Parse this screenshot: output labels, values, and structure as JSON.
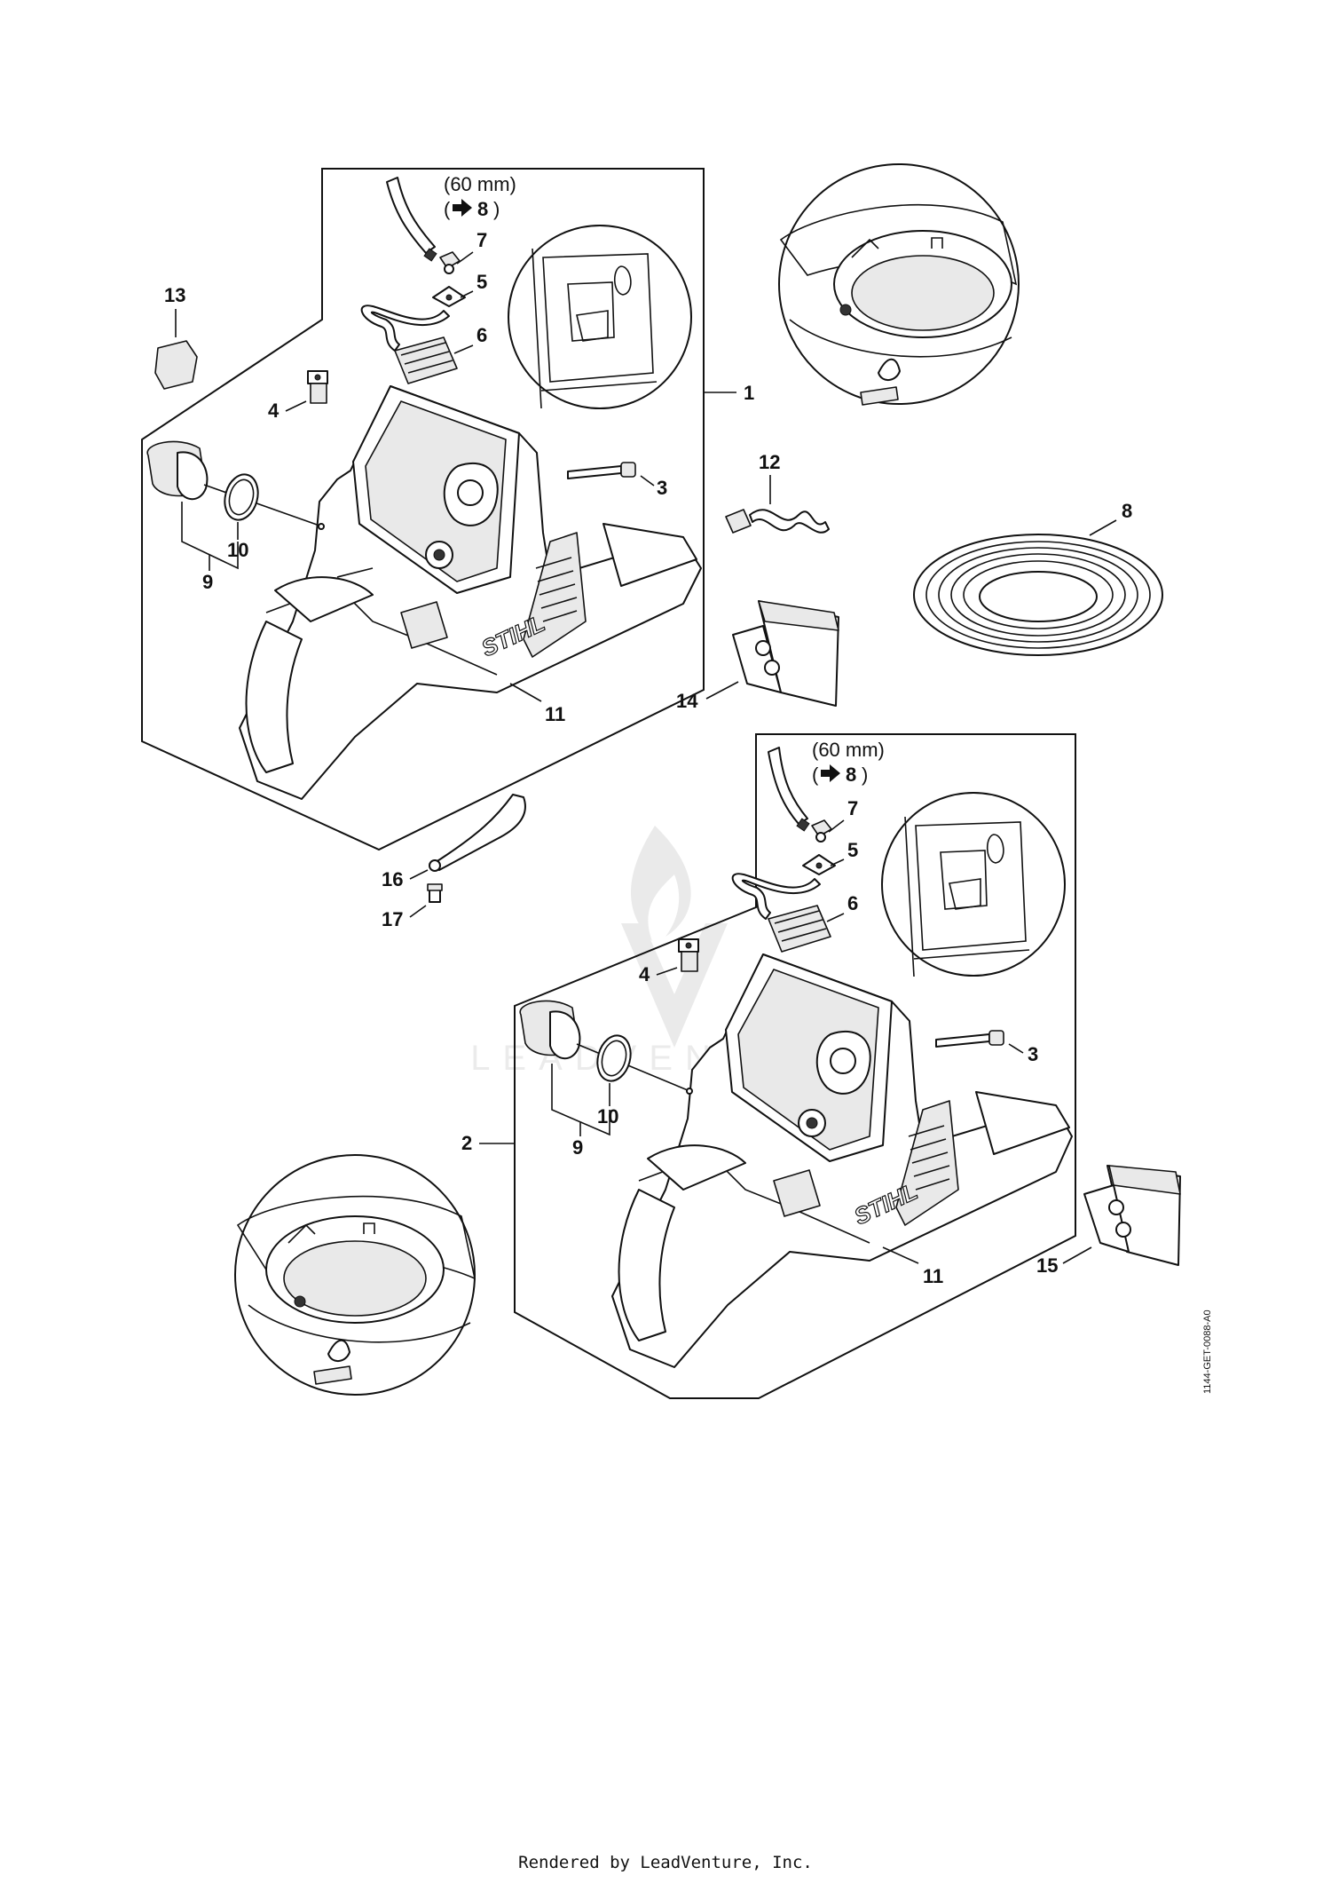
{
  "top_assembly": {
    "note_length": "(60 mm)",
    "note_ref": "8",
    "callouts": {
      "c1": "1",
      "c3": "3",
      "c4": "4",
      "c5": "5",
      "c6": "6",
      "c7": "7",
      "c8": "8",
      "c9": "9",
      "c10": "10",
      "c11": "11",
      "c12": "12",
      "c13": "13",
      "c14": "14",
      "c16": "16",
      "c17": "17"
    }
  },
  "bottom_assembly": {
    "note_length": "(60 mm)",
    "note_ref": "8",
    "callouts": {
      "c2": "2",
      "c3": "3",
      "c4": "4",
      "c5": "5",
      "c6": "6",
      "c7": "7",
      "c9": "9",
      "c10": "10",
      "c11": "11",
      "c15": "15"
    }
  },
  "brand_mark": "STIHL",
  "watermark": "LEADVENTURE",
  "doc_id": "1144-GET-0088-A0",
  "footer": "Rendered by LeadVenture, Inc."
}
